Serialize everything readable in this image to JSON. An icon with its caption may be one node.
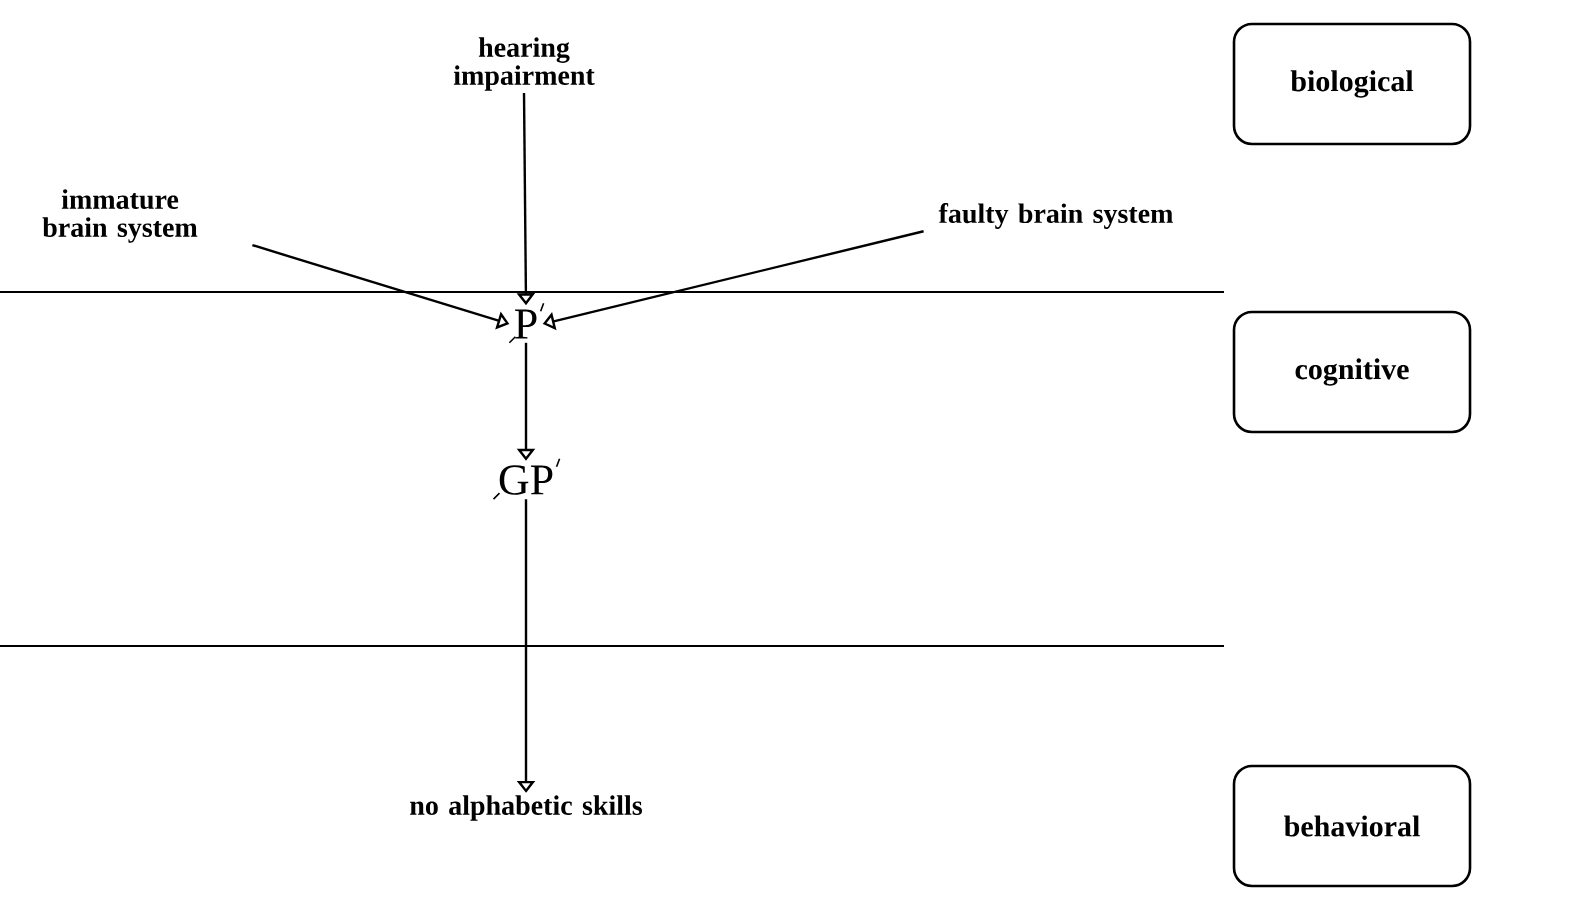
{
  "diagram": {
    "nodes": [
      {
        "text": [
          "hearing impairment"
        ]
      },
      {
        "text": [
          "immature brain system"
        ]
      },
      {
        "text": [
          "faulty brain system"
        ]
      },
      {
        "text": [
          "P"
        ]
      },
      {
        "text": [
          "GP"
        ]
      },
      {
        "text": [
          "no alphabetic skills"
        ]
      },
      {
        "text": [
          "biological"
        ]
      },
      {
        "text": [
          "cognitive"
        ]
      },
      {
        "text": [
          "behavioral"
        ]
      }
    ],
    "edges": [
      {
        "from": 0,
        "to": 3,
        "arrow": "to"
      },
      {
        "from": 1,
        "to": 3,
        "arrow": "to"
      },
      {
        "from": 2,
        "to": 3,
        "arrow": "to"
      },
      {
        "from": 3,
        "to": 4,
        "arrow": "to"
      },
      {
        "from": 4,
        "to": 5,
        "arrow": "to"
      }
    ]
  }
}
